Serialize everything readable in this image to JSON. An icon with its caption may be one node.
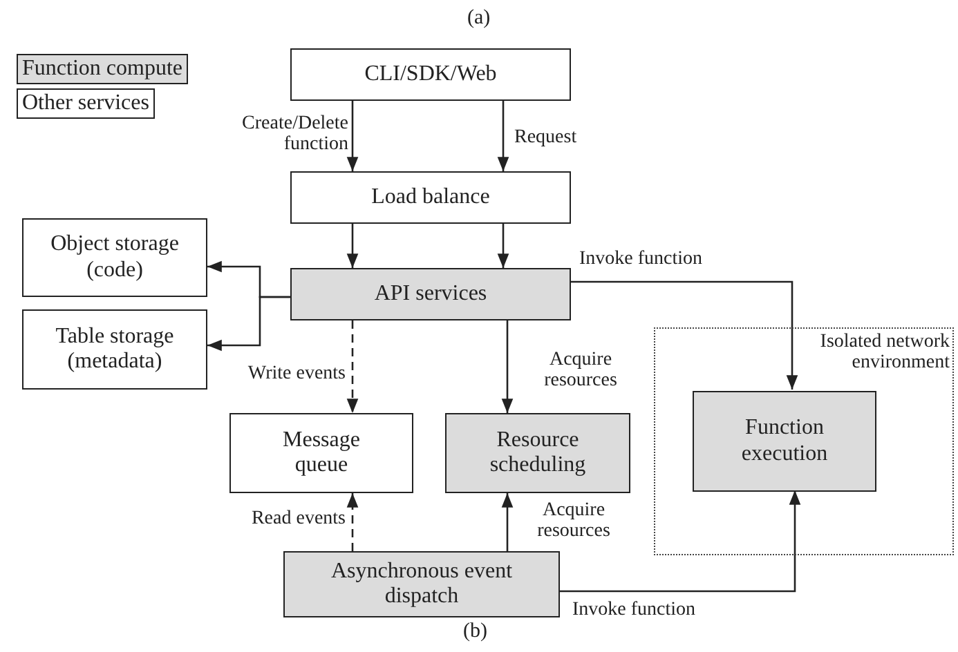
{
  "diagram": {
    "nodes": [
      {
        "text": [
          "CLI/SDK/Web"
        ]
      },
      {
        "text": [
          "Load balance"
        ]
      },
      {
        "text": [
          "Object storage (code)"
        ]
      },
      {
        "text": [
          "API services"
        ]
      },
      {
        "text": [
          "Table storage (metadata)"
        ]
      },
      {
        "text": [
          "Isolated network environment"
        ]
      },
      {
        "text": [
          "Message queue"
        ]
      },
      {
        "text": [
          "Resource scheduling"
        ]
      },
      {
        "text": [
          "Function execution"
        ],
        "in": 5
      },
      {
        "text": [
          "Asynchronous event dispatch"
        ]
      }
    ],
    "edges": [
      {
        "from": 0,
        "to": 1,
        "arrow": "to",
        "label": "Create/Delete function"
      },
      {
        "from": 0,
        "to": 1,
        "arrow": "to",
        "label": "Request"
      },
      {
        "from": 1,
        "to": 3,
        "arrow": "to"
      },
      {
        "from": 1,
        "to": 3,
        "arrow": "to"
      },
      {
        "from": 3,
        "to": 2,
        "arrow": "to"
      },
      {
        "from": 3,
        "to": 4,
        "arrow": "to"
      },
      {
        "from": 3,
        "to": 8,
        "arrow": "to",
        "label": "Invoke function"
      },
      {
        "from": 3,
        "to": 6,
        "arrow": "to",
        "label": "Write events",
        "style": "dashed"
      },
      {
        "from": 3,
        "to": 7,
        "arrow": "to",
        "label": "Acquire resources"
      },
      {
        "from": 9,
        "to": 6,
        "arrow": "to",
        "label": "Read events",
        "style": "dashed"
      },
      {
        "from": 9,
        "to": 7,
        "arrow": "to",
        "label": "Acquire resources"
      },
      {
        "from": 9,
        "to": 8,
        "arrow": "to",
        "label": "Invoke function"
      }
    ],
    "labels": [
      "(a)",
      "(b)"
    ],
    "legend": [
      {
        "text": "Function compute",
        "color": "#dcdcdc"
      },
      {
        "text": "Other services",
        "color": "#ffffff"
      }
    ]
  }
}
